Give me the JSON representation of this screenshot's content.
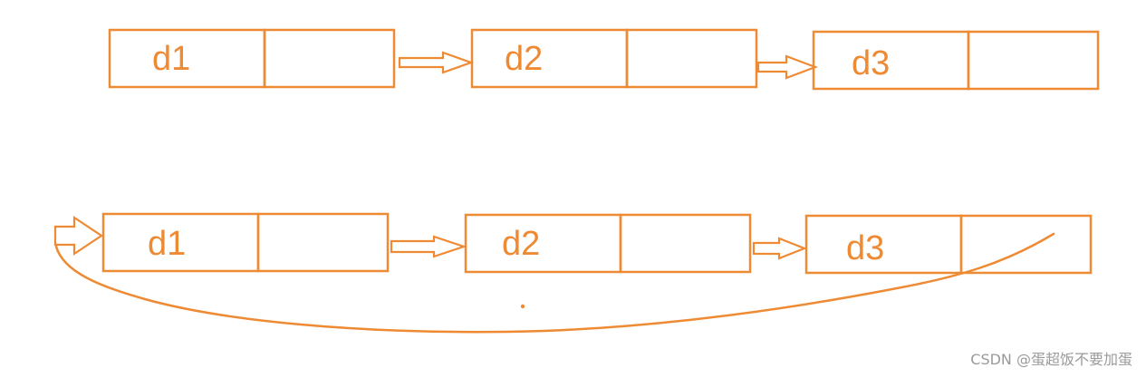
{
  "colors": {
    "stroke": "#ee8a33",
    "watermark": "#9a9a9a"
  },
  "lists": [
    {
      "kind": "singly-linked",
      "nodes": [
        {
          "label": "d1"
        },
        {
          "label": "d2"
        },
        {
          "label": "d3"
        }
      ]
    },
    {
      "kind": "circular-linked",
      "nodes": [
        {
          "label": "d1"
        },
        {
          "label": "d2"
        },
        {
          "label": "d3"
        }
      ]
    }
  ],
  "watermark": "CSDN @蛋超饭不要加蛋"
}
